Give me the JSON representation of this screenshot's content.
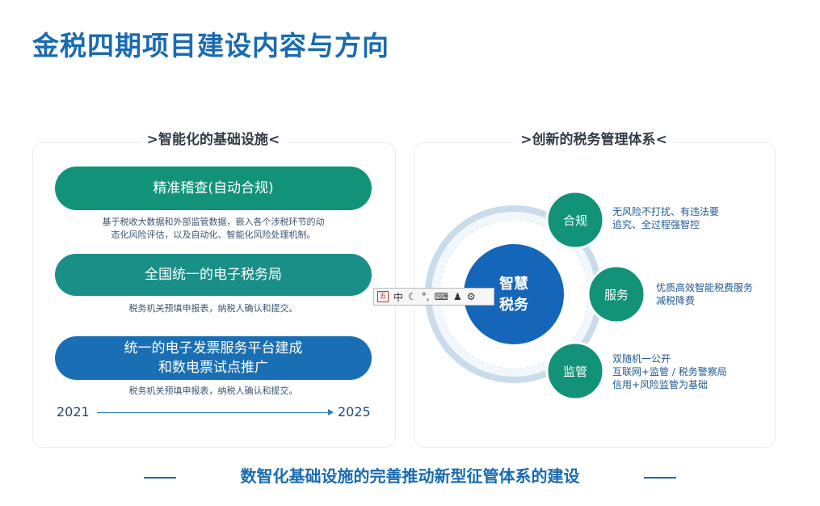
{
  "title": "金税四期项目建设内容与方向",
  "left": {
    "heading": ">智能化的基础设施<",
    "items": [
      {
        "label": "精准稽查(自动合规)",
        "desc_lines": [
          "基于税收大数据和外部监管数据，嵌入各个涉税环节的动",
          "态化风险评估，以及自动化、智能化风险处理机制。"
        ]
      },
      {
        "label": "全国统一的电子税务局",
        "desc_lines": [
          "税务机关预填申报表，纳税人确认和提交。"
        ]
      },
      {
        "label_lines": [
          "统一的电子发票服务平台建成",
          "和数电票试点推广"
        ],
        "desc_lines": [
          "税务机关预填申报表，纳税人确认和提交。"
        ]
      }
    ],
    "timeline": {
      "start": "2021",
      "end": "2025"
    }
  },
  "right": {
    "heading": ">创新的税务管理体系<",
    "center_lines": [
      "智慧",
      "税务"
    ],
    "nodes": [
      {
        "label": "合规",
        "text_lines": [
          "无风险不打扰、有违法要",
          "追究、全过程强智控"
        ]
      },
      {
        "label": "服务",
        "text_lines": [
          "优质高效智能税费服务",
          "减税降费"
        ]
      },
      {
        "label": "监管",
        "text_lines": [
          "双随机一公开",
          "互联网+监管 / 税务警察局",
          "信用+风险监管为基础"
        ]
      }
    ]
  },
  "footer": "数智化基础设施的完善推动新型征管体系的建设",
  "ime_toolbar": {
    "logo": "五",
    "mode": "中",
    "punct": "°,"
  },
  "colors": {
    "title_blue": "#1a6bb0",
    "green": "#129379",
    "teal": "#1a8f87",
    "blue": "#1a6fb4",
    "center": "#1565b8"
  }
}
